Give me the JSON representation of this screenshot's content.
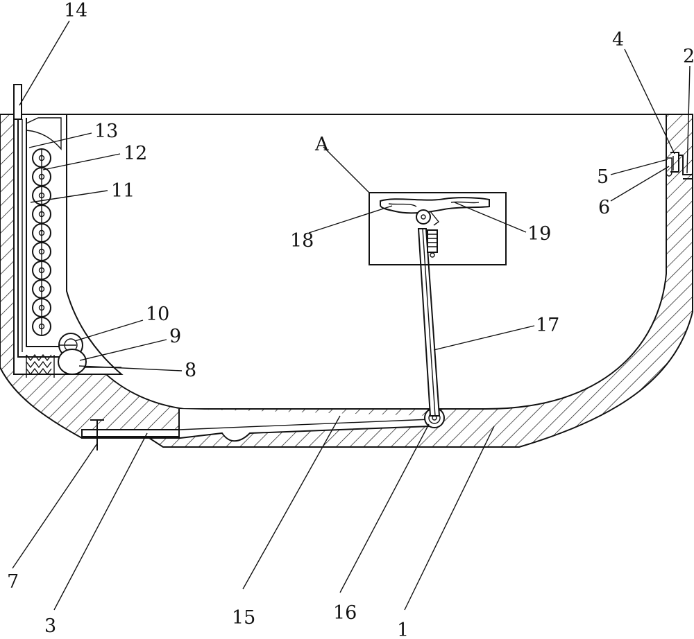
{
  "labels": {
    "l1": "1",
    "l2": "2",
    "l3": "3",
    "l4": "4",
    "l5": "5",
    "l6": "6",
    "l7": "7",
    "l8": "8",
    "l9": "9",
    "l10": "10",
    "l11": "11",
    "l12": "12",
    "l13": "13",
    "l14": "14",
    "l15": "15",
    "l16": "16",
    "l17": "17",
    "l18": "18",
    "l19": "19",
    "lA": "A"
  },
  "colors": {
    "stroke": "#111111",
    "background": "#ffffff"
  }
}
